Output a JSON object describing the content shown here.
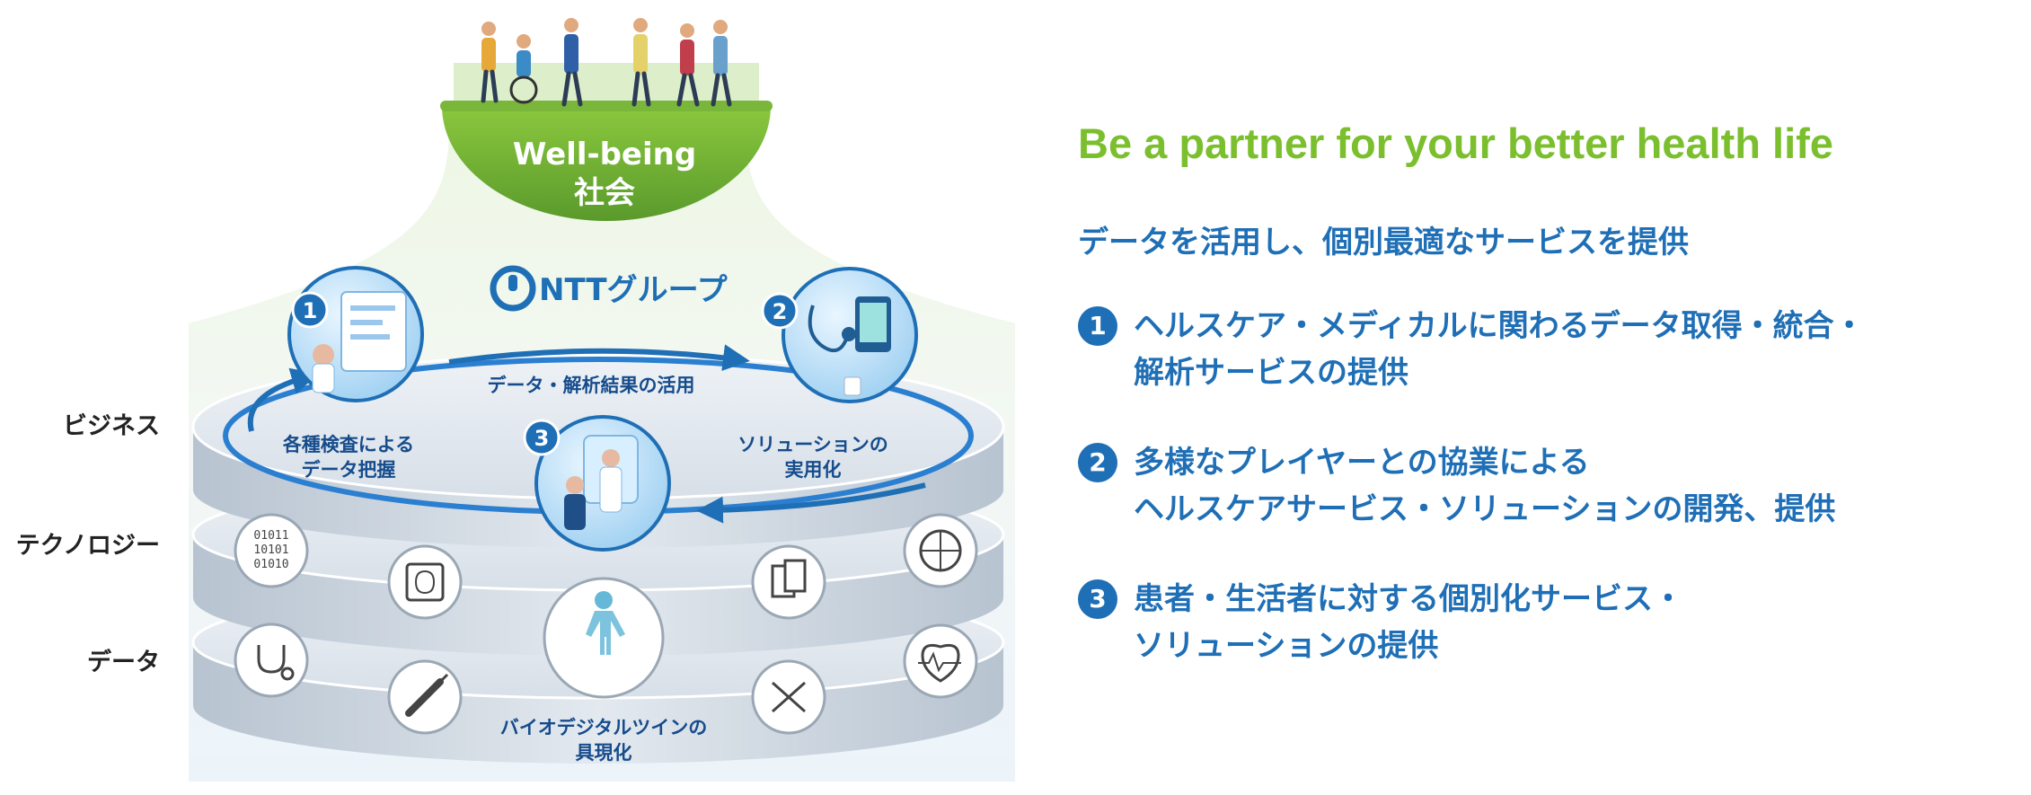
{
  "wellbeing": {
    "line1": "Well-being",
    "line2": "社会"
  },
  "ntt_logo": {
    "text": "NTTグループ"
  },
  "layers": {
    "business": "ビジネス",
    "technology": "テクノロジー",
    "data": "データ"
  },
  "cycle": {
    "arrow_label": "データ・解析結果の活用",
    "step1": {
      "num": "1",
      "line1": "各種検査による",
      "line2": "データ把握"
    },
    "step2": {
      "num": "2",
      "line1": "ソリューションの",
      "line2": "実用化"
    },
    "step3": {
      "num": "3"
    }
  },
  "digital_twin": {
    "line1": "バイオデジタルツインの",
    "line2": "具現化"
  },
  "right": {
    "tagline": "Be a partner for your better health life",
    "lead": "データを活用し、個別最適なサービスを提供",
    "points": [
      {
        "num": "1",
        "lines": [
          "ヘルスケア・メディカルに関わるデータ取得・統合・",
          "解析サービスの提供"
        ]
      },
      {
        "num": "2",
        "lines": [
          "多様なプレイヤーとの協業による",
          "ヘルスケアサービス・ソリューションの開発、提供"
        ]
      },
      {
        "num": "3",
        "lines": [
          "患者・生活者に対する個別化サービス・",
          "ソリューションの提供"
        ]
      }
    ]
  },
  "colors": {
    "green": "#7bbf2e",
    "blue": "#1f6fb6",
    "navy": "#164c8c",
    "platform": "#dbe3ec"
  },
  "icons": {
    "technology_row": [
      "binary-data-icon",
      "ai-chip-brain-icon",
      "document-database-icon",
      "globe-network-icon"
    ],
    "data_row": [
      "stethoscope-heart-icon",
      "syringe-icon",
      "dna-helix-icon",
      "heart-rate-icon"
    ]
  }
}
